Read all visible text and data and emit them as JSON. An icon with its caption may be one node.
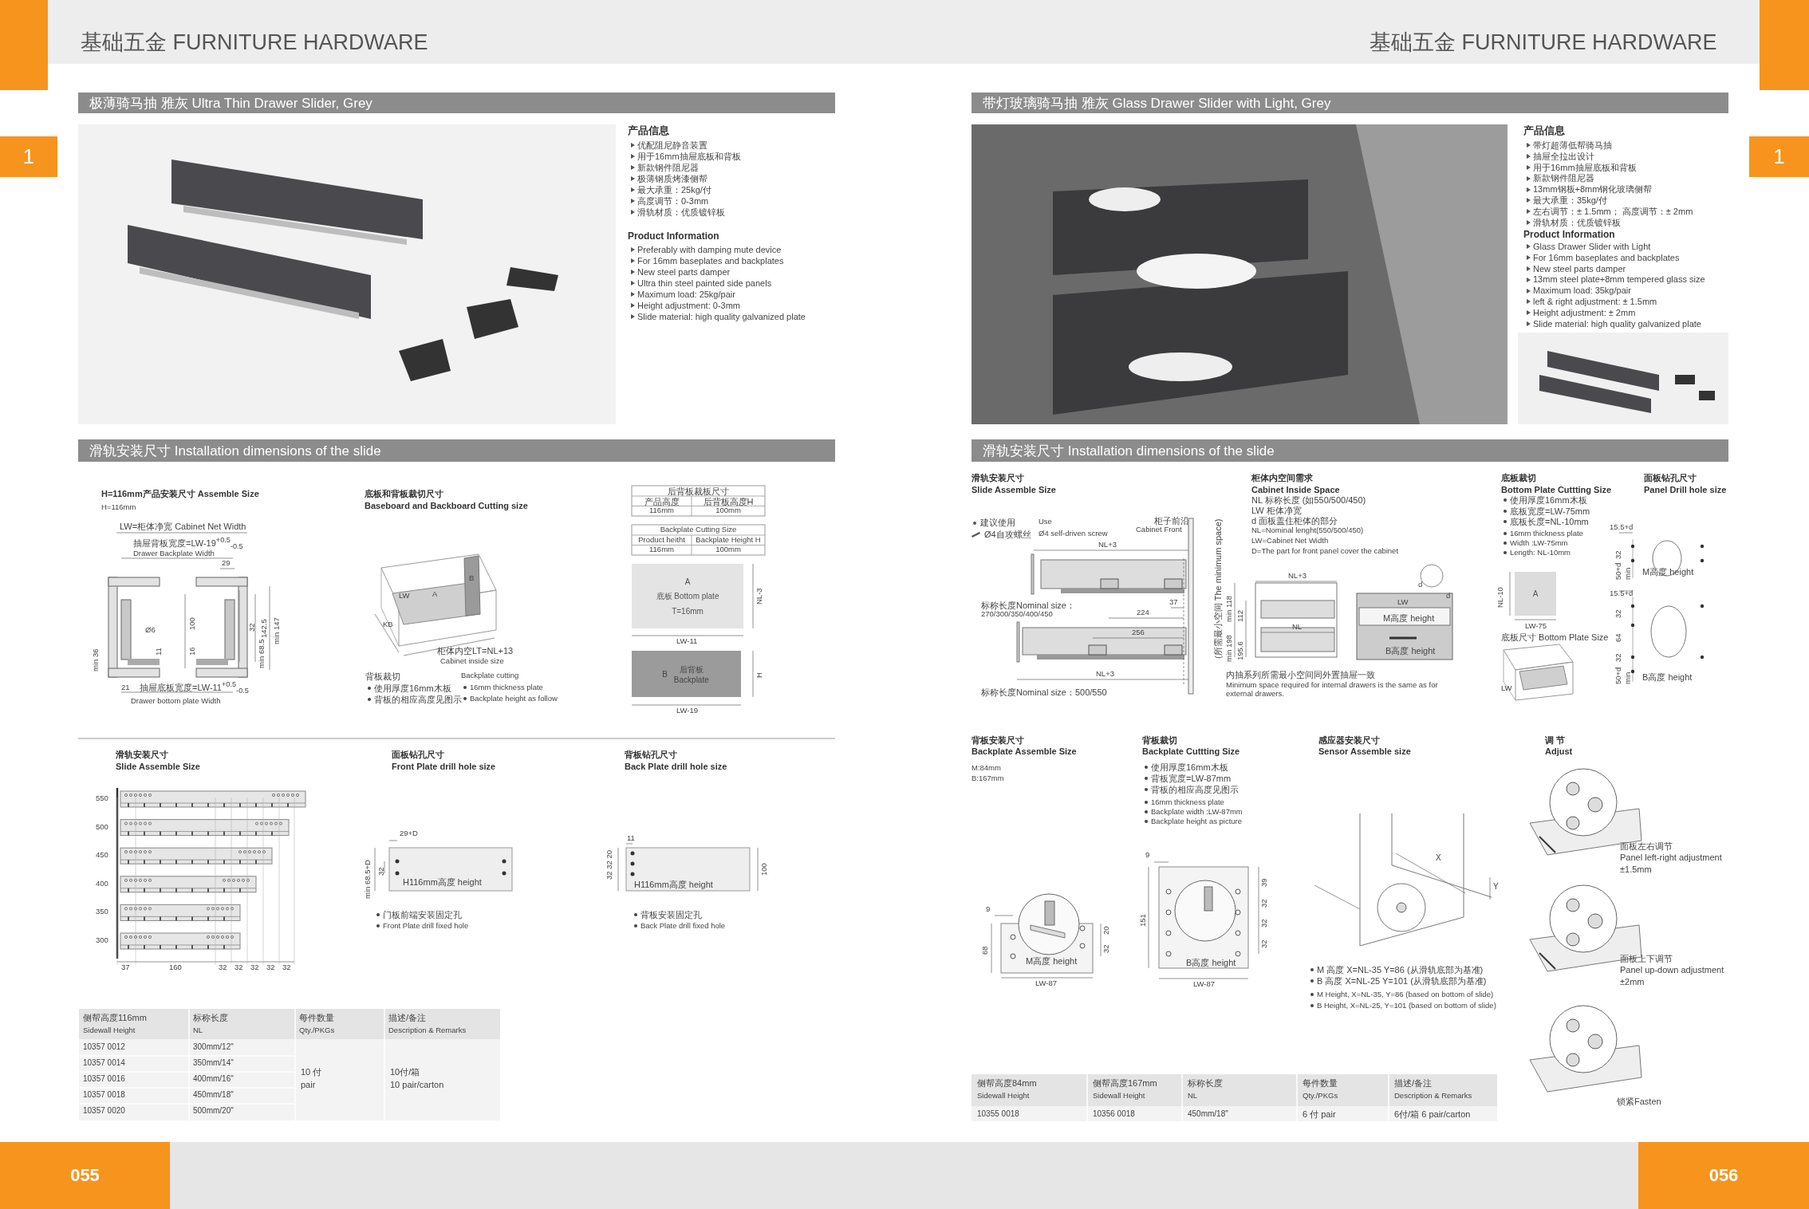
{
  "diagram": {
    "title": "基础五金 FURNITURE HARDWARE",
    "nodes": [
      {
        "text": [
          "1"
        ]
      },
      {
        "text": [
          "极薄骑马抽 雅灰 Ultra Thin Drawer Slider, Grey"
        ]
      },
      {
        "text": [
          "滑轨安装尺寸 Installation dimensions of the slide"
        ]
      },
      {
        "text": [
          "A",
          "底板 Bottom plate",
          "T=16mm"
        ]
      },
      {
        "text": [
          "B",
          "后背板 Backplate"
        ]
      },
      {
        "text": [
          "055"
        ]
      },
      {
        "text": [
          "1"
        ]
      },
      {
        "text": [
          "带灯玻璃骑马抽 雅灰 Glass Drawer Slider with Light, Grey"
        ]
      },
      {
        "text": [
          "滑轨安装尺寸 Installation dimensions of the slide"
        ]
      },
      {
        "text": [
          "A"
        ]
      },
      {
        "text": [
          "056"
        ]
      }
    ],
    "labels": [
      "产品信息",
      "优配阻尼静音装置",
      "用于16mm抽屉底板和背板",
      "新款钢件阻尼器",
      "极薄钢质烤漆侧帮",
      "最大承重：25kg/付",
      "高度调节：0-3mm",
      "滑轨材质：优质镀锌板",
      "Product Information",
      "Preferably with damping mute device",
      "For 16mm baseplates and backplates",
      "New steel parts damper",
      "Ultra thin steel painted side panels",
      "Maximum load: 25kg/pair",
      "Height adjustment: 0-3mm",
      "Slide material: high quality galvanized plate",
      "H=116mm产品安装尺寸 Assemble Size",
      "H=116mm",
      "LW=柜体净宽 Cabinet Net Width",
      "抽屉背板宽度=LW-19$^{+0.5}$$_{-0.5}$",
      "Drawer Backplate Width",
      "29",
      "100",
      "16",
      "32",
      "142.5",
      "min 147",
      "min 68.5",
      "Ø6",
      "11",
      "min 36",
      "21",
      "抽屉底板宽度=LW-11$^{+0.5}$$_{-0.5}$",
      "Drawer bottom plate Width",
      "底板和背板裁切尺寸",
      "Baseboard and Backboard Cutting size",
      "A",
      "B",
      "LW",
      "KB",
      "柜体内空LT=NL+13",
      "Cabinet inside size",
      "背板裁切",
      "使用厚度16mm木板",
      "背板的相应高度见图示",
      "Backplate cutting",
      "16mm thickness plate",
      "Backplate height as follow",
      "后背板裁板尺寸",
      "产品高度",
      "后背板高度H",
      "116mm",
      "100mm",
      "Backplate Cutting Size",
      "Product heitht",
      "Backplate Height H",
      "116mm",
      "100mm",
      "NL-3",
      "LW-11",
      "H",
      "LW-19",
      "滑轨安装尺寸",
      "Slide Assemble Size",
      "550",
      "500",
      "450",
      "400",
      "350",
      "300",
      "37",
      "160",
      "32",
      "32",
      "32",
      "32",
      "32",
      "面板钻孔尺寸",
      "Front Plate drill hole size",
      "29+D",
      "32",
      "min 68.5+D",
      "H116mm高度 height",
      "门板前端安装固定孔",
      "Front Plate drill fixed hole",
      "背板钻孔尺寸",
      "Back Plate drill hole size",
      "11",
      "32 32 20",
      "100",
      "H116mm高度 height",
      "背板安装固定孔",
      "Back Plate drill fixed hole",
      "侧帮高度116mm",
      "Sidewall Height",
      "标称长度",
      "NL",
      "每件数量",
      "Qty./PKGs",
      "描述/备注",
      "Description & Remarks",
      "10357 0012",
      "300mm/12\"",
      "10357 0014",
      "350mm/14\"",
      "10357 0016",
      "400mm/16\"",
      "10 付",
      "pair",
      "10付/箱",
      "10 pair/carton",
      "10357 0018",
      "450mm/18\"",
      "10357 0020",
      "500mm/20\"",
      "基础五金 FURNITURE HARDWARE",
      "产品信息",
      "带灯超薄低帮骑马抽",
      "抽屉全拉出设计",
      "用于16mm抽屉底板和背板",
      "新款钢件阻尼器",
      "13mm钢板+8mm钢化玻璃侧帮",
      "最大承重：35kg/付",
      "左右调节：± 1.5mm； 高度调节：± 2mm",
      "滑轨材质：优质镀锌板",
      "Product Information",
      "Glass Drawer Slider with Light",
      "For 16mm baseplates and backplates",
      "New steel parts damper",
      "13mm steel plate+8mm tempered glass size",
      "Maximum load: 35kg/pair",
      "left & right adjustment: ± 1.5mm",
      "Height adjustment: ± 2mm",
      "Slide material: high quality galvanized plate",
      "滑轨安装尺寸",
      "Slide Assemble Size",
      "建议使用",
      "Use",
      "Ø4自攻螺丝",
      "Ø4 self-driven screw",
      "柜子前沿",
      "Cabinet Front",
      "NL+3",
      "标称长度Nominal size：",
      "270/300/350/400/450",
      "37",
      "224",
      "256",
      "NL+3",
      "标称长度Nominal size：500/550",
      "柜体内空间需求",
      "Cabinet Inside Space",
      "NL 标称长度 (如550/500/450)",
      "LW 柜体净宽",
      "d 面板盖住柜体的部分",
      "NL=Nominal lenght(550/500/450)",
      "LW=Cabinet Net Width",
      "D=The part for front panel cover the cabinet",
      "(所需最小空间 The minimum space)",
      "min 118",
      "112",
      "min 198",
      "195.6",
      "NL+3",
      "NL",
      "LW",
      "M高度 height",
      "B高度 height",
      "d",
      "d",
      "内抽系列所需最小空间同外置抽屉一致",
      "Minimum space required for internal drawers is the same as for external drawers.",
      "底板裁切",
      "Bottom Plate Cuttting Size",
      "使用厚度16mm木板",
      "底板宽度=LW-75mm",
      "底板长度=NL-10mm",
      "16mm thickness plate",
      "Width :LW-75mm",
      "Length: NL-10mm",
      "NL-10",
      "LW-75",
      "底板尺寸 Bottom Plate Size",
      "LW",
      "面板钻孔尺寸",
      "Panel Drill hole size",
      "15.5+d",
      "32",
      "50+d",
      "min",
      "M高度 height",
      "15.5+d",
      "32",
      "64",
      "32",
      "50+d",
      "min",
      "B高度 height",
      "背板安装尺寸",
      "Backplate Assemble Size",
      "M:84mm",
      "B:167mm",
      "9",
      "68",
      "20",
      "32",
      "M高度 height",
      "LW-87",
      "背板裁切",
      "Backplate Cuttting Size",
      "使用厚度16mm木板",
      "背板宽度=LW-87mm",
      "背板的相应高度见图示",
      "16mm thickness plate",
      "Backplate width :LW-87mm",
      "Backplate height as picture",
      "9",
      "151",
      "39",
      "32",
      "32",
      "32",
      "B高度 height",
      "LW-87",
      "感应器安装尺寸",
      "Sensor Assemble size",
      "X",
      "Y",
      "M 高度 X=NL-35 Y=86 (从滑轨底部为基准)",
      "B 高度 X=NL-25 Y=101 (从滑轨底部为基准)",
      "M Height, X=NL-35, Y=86 (based on bottom of slide)",
      "B Height, X=NL-25, Y=101 (based on bottom of slide)",
      "调 节",
      "Adjust",
      "面板左右调节",
      "Panel left-right adjustment",
      "±1.5mm",
      "面板上下调节",
      "Panel up-down adjustment",
      "±2mm",
      "锁紧Fasten",
      "侧帮高度84mm",
      "Sidewall Height",
      "侧帮高度167mm",
      "Sidewall Height",
      "标称长度",
      "NL",
      "每件数量",
      "Qty./PKGs",
      "描述/备注",
      "Description & Remarks",
      "10355 0018",
      "10356 0018",
      "450mm/18\"",
      "6 付 pair",
      "6付/箱 6 pair/carton"
    ]
  }
}
